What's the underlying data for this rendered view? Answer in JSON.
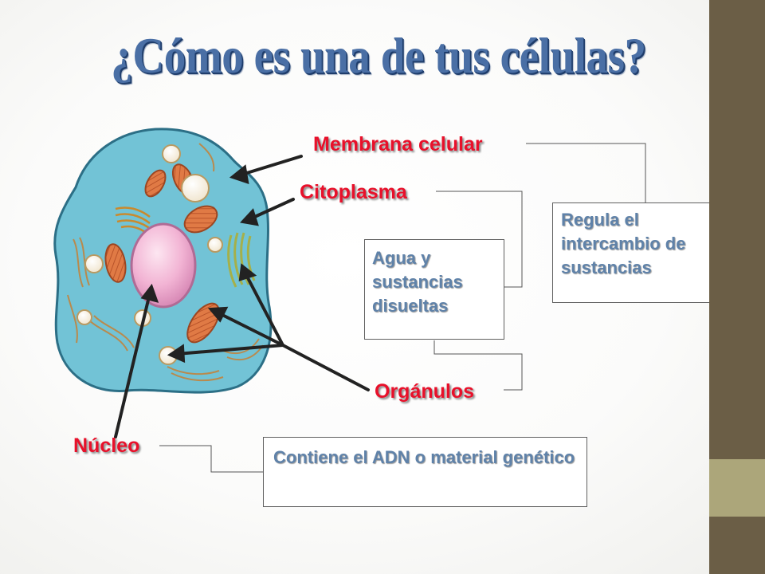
{
  "title": "¿Cómo es una de tus células?",
  "labels": {
    "membrana": "Membrana celular",
    "citoplasma": "Citoplasma",
    "organulos": "Orgánulos",
    "nucleo": "Núcleo"
  },
  "boxes": {
    "regula": "Regula el intercambio de sustancias",
    "agua": "Agua y sustancias disueltas",
    "adn": "Contiene el ADN o material genético"
  },
  "colors": {
    "label_red": "#e8102a",
    "box_text": "#5f82a9",
    "title_blue": "#4a6fa5",
    "cell_fill": "#72c3d6",
    "nucleus_fill": "#f2b4d4",
    "mitochondria": "#e07a45",
    "sidebar": "#6b5e46",
    "sidebar_accent": "#aca67a"
  }
}
